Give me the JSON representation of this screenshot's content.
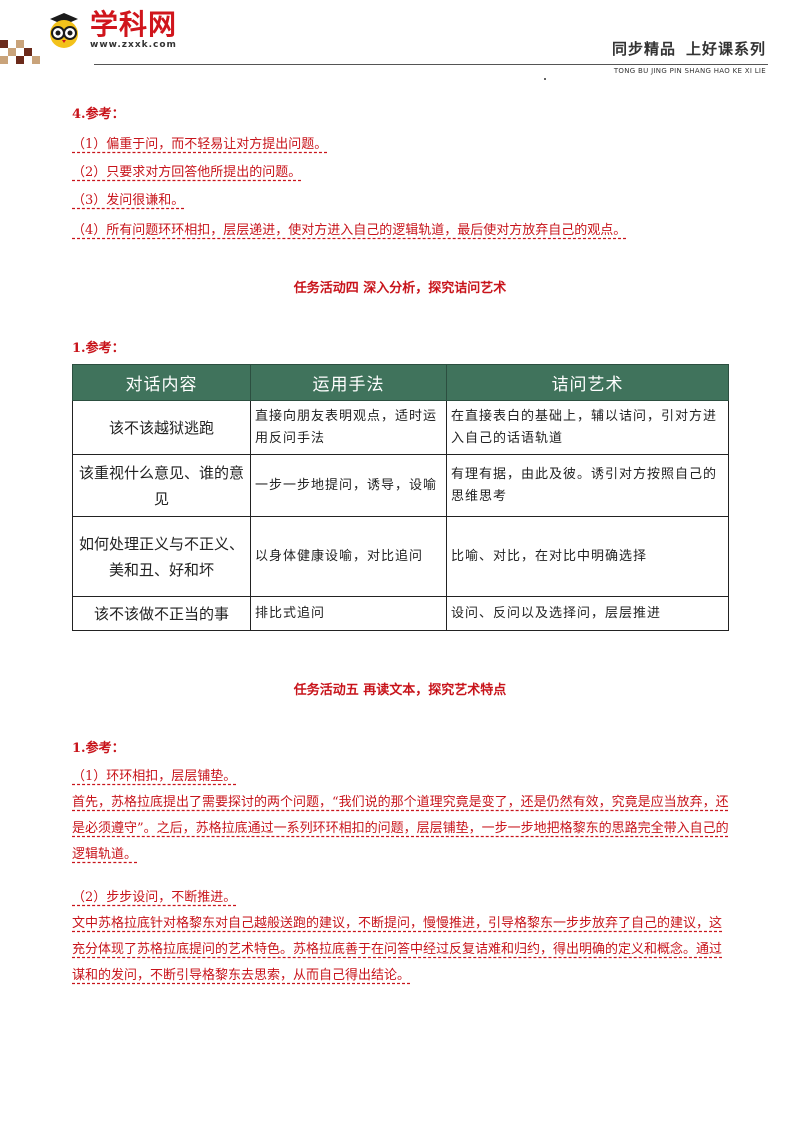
{
  "header": {
    "logo_name": "学科网",
    "logo_url": "www.zxxk.com",
    "series_part1": "同步精品",
    "series_part2": "上好课系列",
    "series_pinyin": "TONG BU JING PIN SHANG HAO KE XI LIE"
  },
  "section4": {
    "label": "4.参考：",
    "lines": [
      "（1）偏重于问，而不轻易让对方提出问题。",
      "（2）只要求对方回答他所提出的问题。",
      "（3）发问很谦和。",
      "（4）所有问题环环相扣，层层递进，使对方进入自己的逻辑轨道，最后使对方放弃自己的观点。"
    ]
  },
  "activity4": {
    "heading": "任务活动四  深入分析，探究诘问艺术",
    "label": "1.参考：",
    "table": {
      "headers": [
        "对话内容",
        "运用手法",
        "诘问艺术"
      ],
      "rows": [
        [
          "该不该越狱逃跑",
          "直接向朋友表明观点，适时运用反问手法",
          "在直接表白的基础上，辅以诘问，引对方进入自己的话语轨道"
        ],
        [
          "该重视什么意见、谁的意见",
          "一步一步地提问，诱导，设喻",
          "有理有据，由此及彼。诱引对方按照自己的思维思考"
        ],
        [
          "如何处理正义与不正义、美和丑、好和坏",
          "以身体健康设喻，对比追问",
          "比喻、对比，在对比中明确选择"
        ],
        [
          "该不该做不正当的事",
          "排比式追问",
          "设问、反问以及选择问，层层推进"
        ]
      ]
    }
  },
  "activity5": {
    "heading": "任务活动五  再读文本，探究艺术特点",
    "label": "1.参考：",
    "point1_title": "（1）环环相扣，层层铺垫。",
    "point1_text": "首先，苏格拉底提出了需要探讨的两个问题，“我们说的那个道理究竟是变了，还是仍然有效，究竟是应当放弃，还是必须遵守”。之后，苏格拉底通过一系列环环相扣的问题，层层铺垫，一步一步地把格黎东的思路完全带入自己的逻辑轨道。",
    "point2_title": "（2）步步设问，不断推进。",
    "point2_text": "文中苏格拉底针对格黎东对自己越般送跑的建议，不断提问，慢慢推进，引导格黎东一步步放弃了自己的建议，这充分体现了苏格拉底提问的艺术特色。苏格拉底善于在问答中经过反复诘难和归约，得出明确的定义和概念。通过谋和的发问，不断引导格黎东去思索，从而自己得出结论。"
  }
}
